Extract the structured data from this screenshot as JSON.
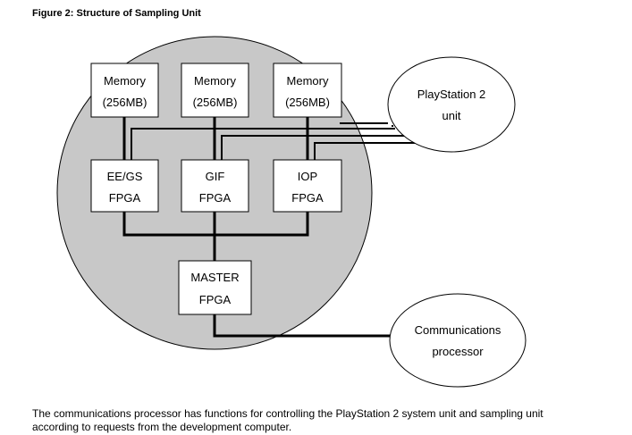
{
  "figure": {
    "title": "Figure 2: Structure of Sampling Unit",
    "caption": "The communications processor has functions for controlling the PlayStation 2 system unit and sampling unit according to requests from the development computer."
  },
  "colors": {
    "unit_fill": "#c8c8c8",
    "box_fill": "#ffffff",
    "line": "#000000"
  },
  "blocks": {
    "memory_1": {
      "line1": "Memory",
      "line2": "(256MB)"
    },
    "memory_2": {
      "line1": "Memory",
      "line2": "(256MB)"
    },
    "memory_3": {
      "line1": "Memory",
      "line2": "(256MB)"
    },
    "eegs": {
      "line1": "EE/GS",
      "line2": "FPGA"
    },
    "gif": {
      "line1": "GIF",
      "line2": "FPGA"
    },
    "iop": {
      "line1": "IOP",
      "line2": "FPGA"
    },
    "master": {
      "line1": "MASTER",
      "line2": "FPGA"
    },
    "ps2": {
      "line1": "PlayStation 2",
      "line2": "unit"
    },
    "comm": {
      "line1": "Communications",
      "line2": "processor"
    }
  }
}
